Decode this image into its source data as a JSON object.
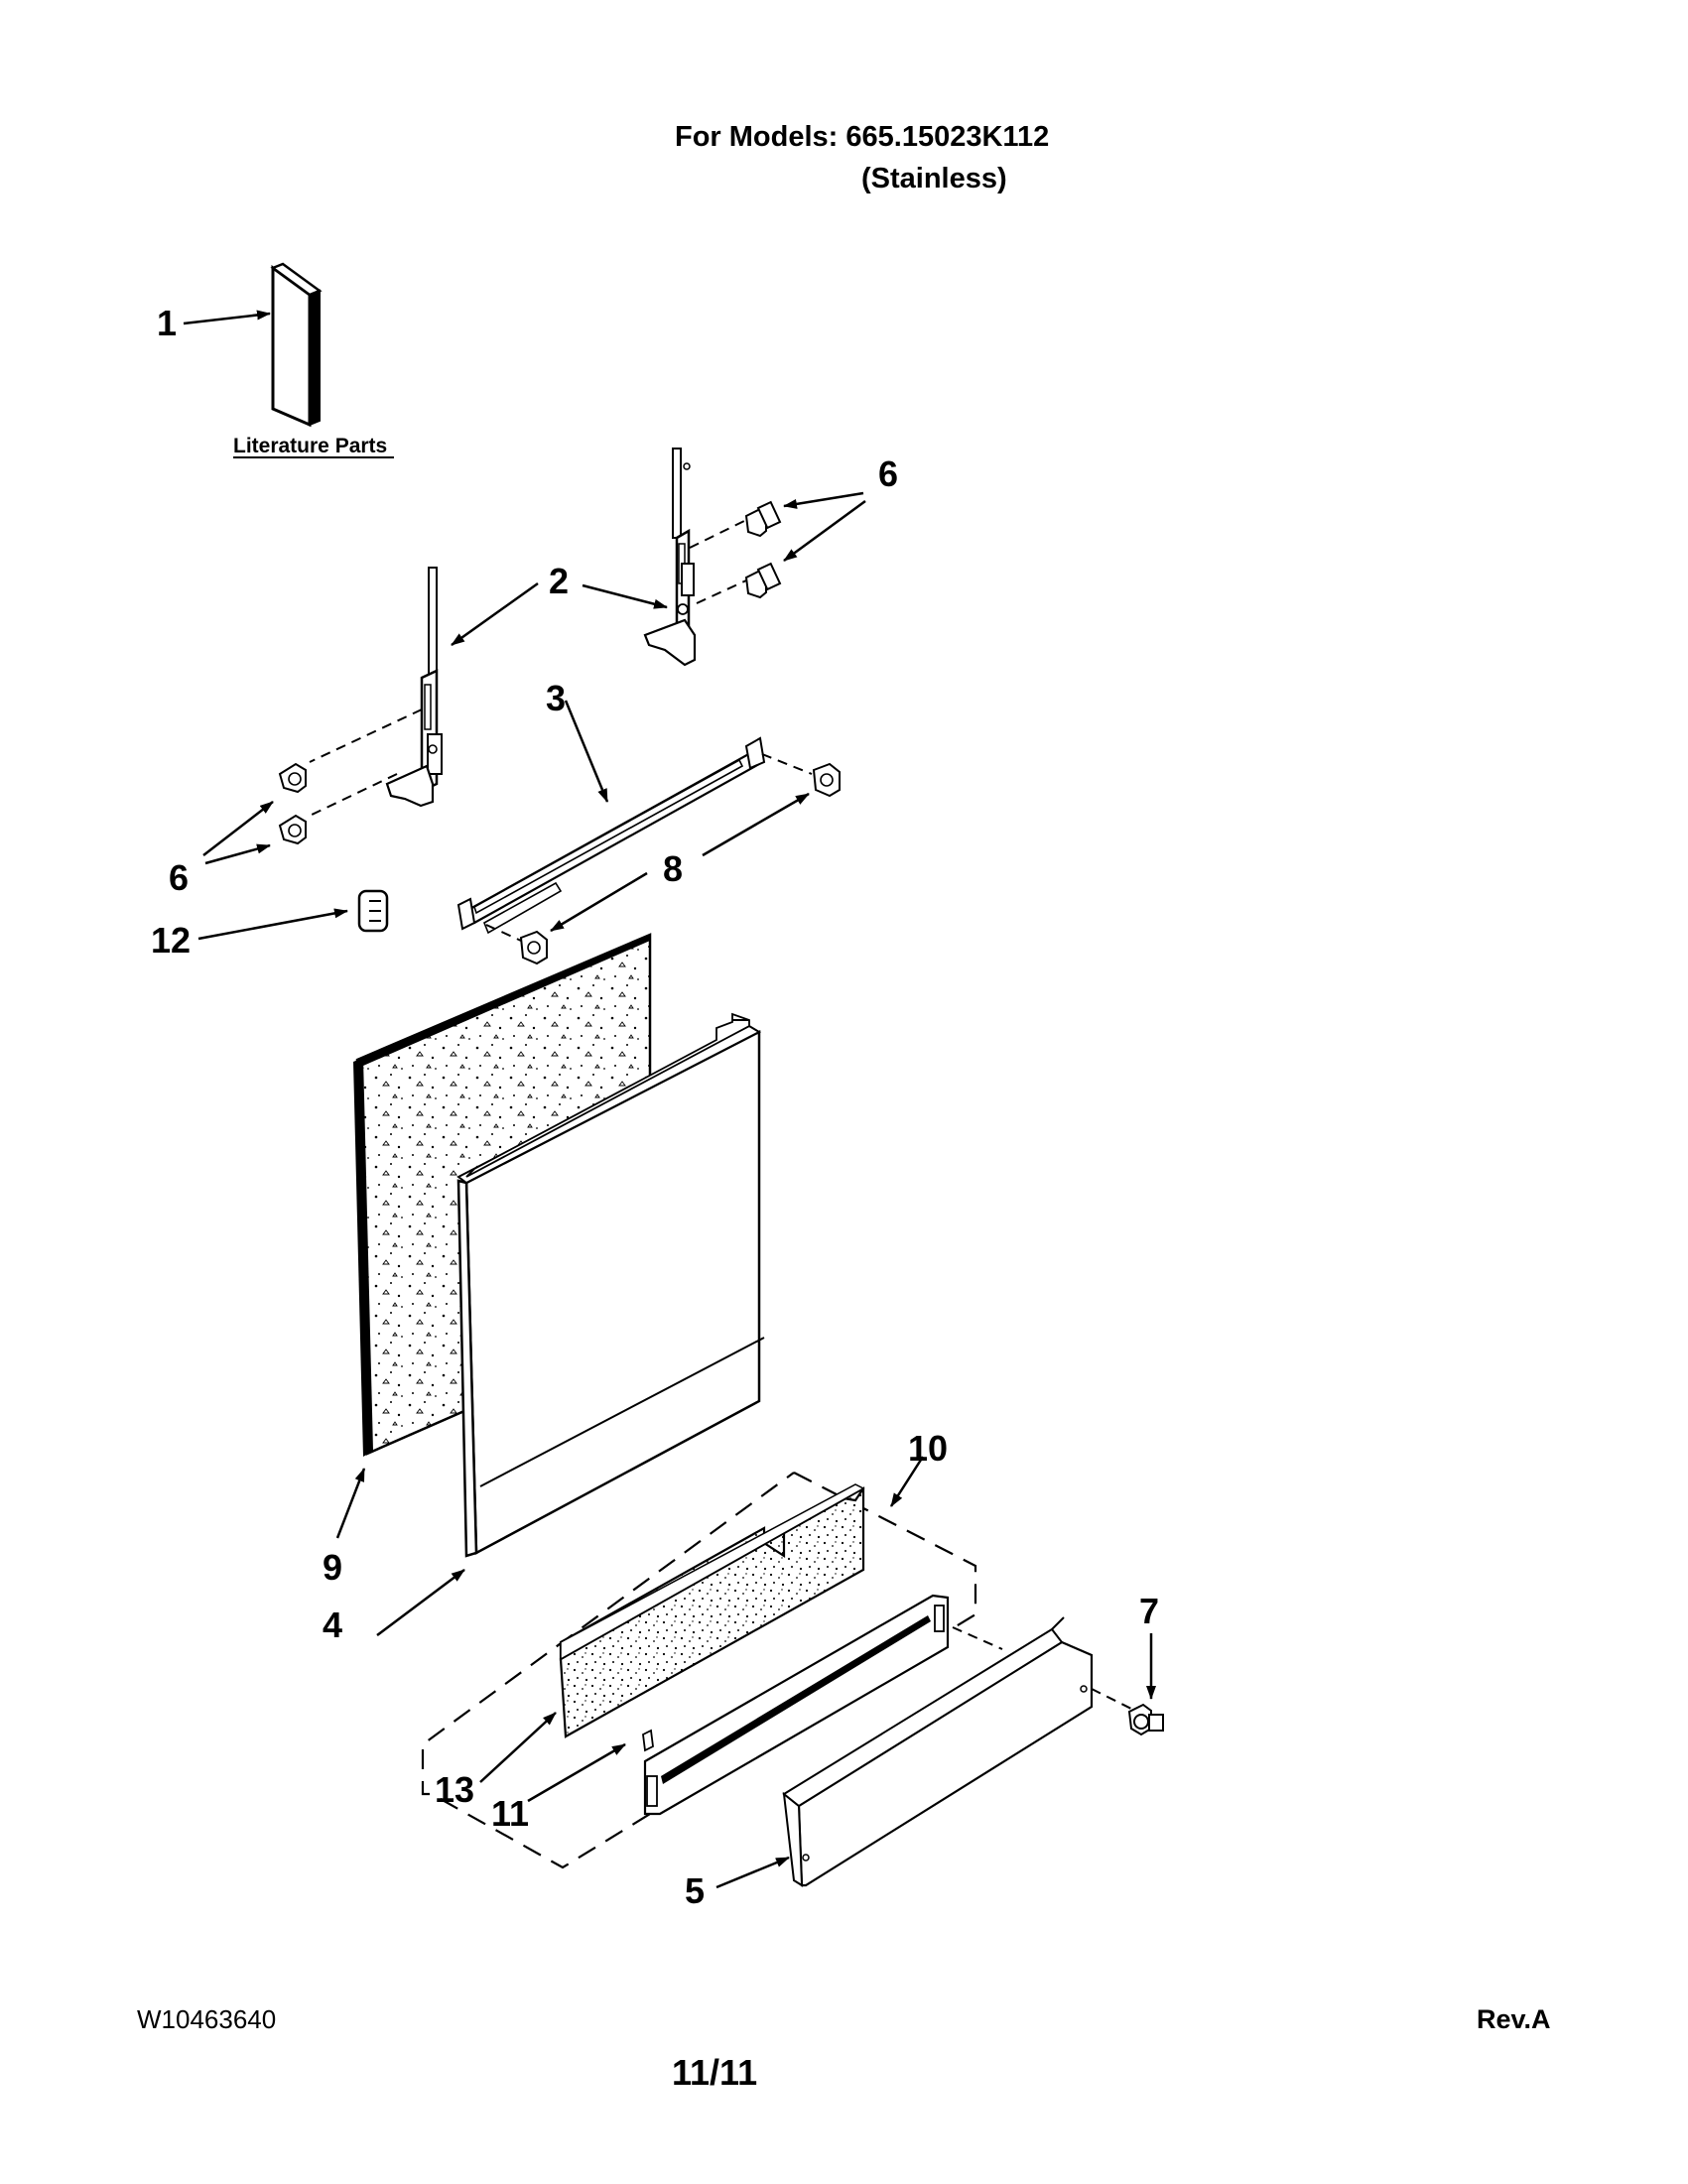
{
  "header": {
    "models_line": "For Models: 665.15023K112",
    "finish_line": "(Stainless)"
  },
  "literature_label": "Literature Parts",
  "callouts": {
    "c1": "1",
    "c2": "2",
    "c3": "3",
    "c4": "4",
    "c5": "5",
    "c6a": "6",
    "c6b": "6",
    "c7": "7",
    "c8": "8",
    "c9": "9",
    "c10": "10",
    "c11": "11",
    "c12": "12",
    "c13": "13"
  },
  "footer": {
    "doc_number": "W10463640",
    "page": "11/11",
    "revision": "Rev.A"
  }
}
